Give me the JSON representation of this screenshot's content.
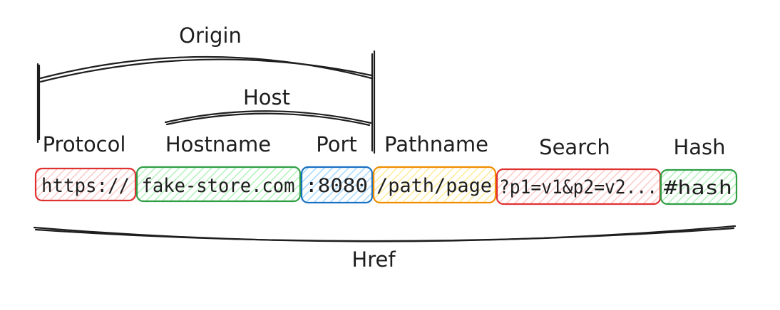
{
  "labels": {
    "origin": "Origin",
    "host": "Host",
    "protocol": "Protocol",
    "hostname": "Hostname",
    "port": "Port",
    "pathname": "Pathname",
    "search": "Search",
    "hash": "Hash",
    "href": "Href"
  },
  "segments": [
    {
      "key": "protocol",
      "text": "https://",
      "color": "#e03131",
      "fill_color": "#ffc9c9"
    },
    {
      "key": "hostname",
      "text": "fake-store.com",
      "color": "#2f9e44",
      "fill_color": "#b2f2bb"
    },
    {
      "key": "port",
      "text": ":8080",
      "color": "#1971c2",
      "fill_color": "#a5d8ff"
    },
    {
      "key": "pathname",
      "text": "/path/page",
      "color": "#f08c00",
      "fill_color": "#ffec99"
    },
    {
      "key": "search",
      "text": "?p1=v1&p2=v2...",
      "color": "#e03131",
      "fill_color": "#ffc9c9"
    },
    {
      "key": "hash",
      "text": "#hash",
      "color": "#2f9e44",
      "fill_color": "#b2f2bb"
    }
  ]
}
